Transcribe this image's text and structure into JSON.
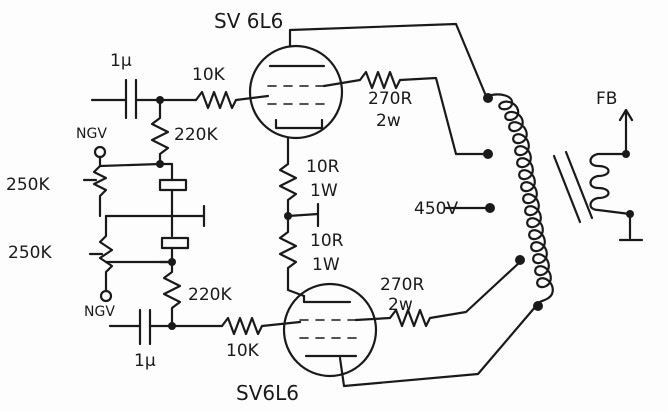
{
  "tubes": {
    "upper": {
      "label": "SV 6L6"
    },
    "lower": {
      "label": "SV6L6"
    }
  },
  "input_caps": {
    "upper": {
      "label": "1µ"
    },
    "lower": {
      "label": "1µ"
    }
  },
  "grid_resistors": {
    "upper": {
      "label": "10K"
    },
    "lower": {
      "label": "10K"
    }
  },
  "bias_resistors": {
    "upper": {
      "label": "220K"
    },
    "lower": {
      "label": "220K"
    }
  },
  "pots": {
    "upper": {
      "label": "250K"
    },
    "lower": {
      "label": "250K"
    }
  },
  "bias_supplies": {
    "upper": {
      "label": "NGV"
    },
    "lower": {
      "label": "NGV"
    }
  },
  "screen_resistors": {
    "upper": {
      "label": "270R",
      "power": "2w"
    },
    "lower": {
      "label": "270R",
      "power": "2w"
    }
  },
  "cathode_resistors": {
    "upper": {
      "label": "10R",
      "power": "1W"
    },
    "lower": {
      "label": "10R",
      "power": "1W"
    }
  },
  "supply": {
    "label": "450V"
  },
  "feedback": {
    "label": "FB"
  }
}
